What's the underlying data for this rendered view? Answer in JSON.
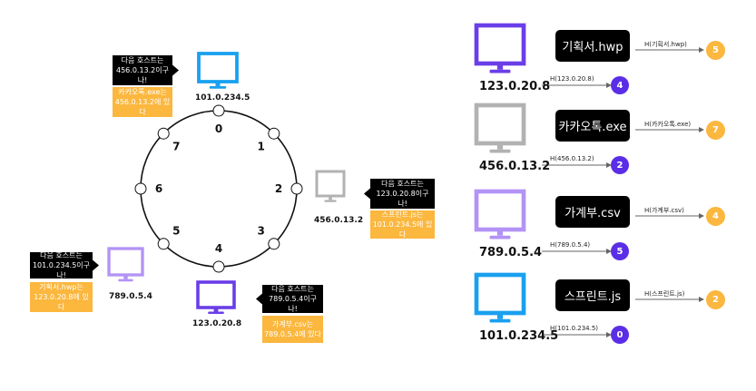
{
  "ring": {
    "node_numbers": [
      "0",
      "1",
      "2",
      "3",
      "4",
      "5",
      "6",
      "7"
    ]
  },
  "ring_servers": [
    {
      "ip": "101.0.234.5",
      "color": "#1aa0ef",
      "icon": "monitor-icon",
      "msg_black": [
        "다음 호스트는",
        "456.0.13.2이구나!"
      ],
      "msg_orange": [
        "카카오톡.exe는",
        "456.0.13.2에 있다"
      ]
    },
    {
      "ip": "456.0.13.2",
      "color": "#b2b2b2",
      "icon": "monitor-icon",
      "msg_black": [
        "다음 호스트는",
        "123.0.20.8이구나!"
      ],
      "msg_orange": [
        "스프린트.js는",
        "101.0.234.5에 있다"
      ]
    },
    {
      "ip": "123.0.20.8",
      "color": "#6a3ee8",
      "icon": "monitor-icon",
      "msg_black": [
        "다음 호스트는",
        "789.0.5.4이구나!"
      ],
      "msg_orange": [
        "가계부.csv는",
        "789.0.5.4에 있다"
      ]
    },
    {
      "ip": "789.0.5.4",
      "color": "#b393f5",
      "icon": "monitor-icon",
      "msg_black": [
        "다음 호스트는",
        "101.0.234.5이구나!"
      ],
      "msg_orange": [
        "기획서.hwp는",
        "123.0.20.8에 있다"
      ]
    }
  ],
  "hash_rows": [
    {
      "ip": "123.0.20.8",
      "color": "#6a3ee8",
      "file": "기획서.hwp",
      "server_hash_label": "H(123.0.20.8)",
      "server_hash": "4",
      "file_hash_label": "H(기획서.hwp)",
      "file_hash": "5"
    },
    {
      "ip": "456.0.13.2",
      "color": "#b2b2b2",
      "file": "카카오톡.exe",
      "server_hash_label": "H(456.0.13.2)",
      "server_hash": "2",
      "file_hash_label": "H(카카오톡.exe)",
      "file_hash": "7"
    },
    {
      "ip": "789.0.5.4",
      "color": "#b393f5",
      "file": "가계부.csv",
      "server_hash_label": "H(789.0.5.4)",
      "server_hash": "5",
      "file_hash_label": "H(가계부.csv)",
      "file_hash": "4"
    },
    {
      "ip": "101.0.234.5",
      "color": "#1aa0ef",
      "file": "스프린트.js",
      "server_hash_label": "H(101.0.234.5)",
      "server_hash": "0",
      "file_hash_label": "H(스프린트.js)",
      "file_hash": "2"
    }
  ],
  "colors": {
    "badge_purple": "#5a2ee6",
    "badge_orange": "#fbb73e",
    "note_orange": "#fbb73e"
  }
}
